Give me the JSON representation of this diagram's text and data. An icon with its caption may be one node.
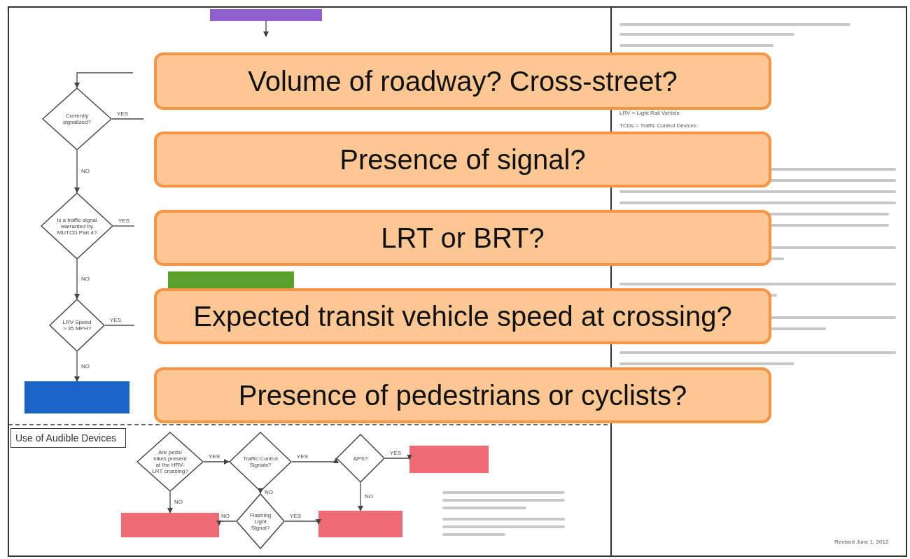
{
  "diagram": {
    "nodes": [
      {
        "text": [],
        "shape": "box"
      },
      {
        "text": [
          "Currently signalized?"
        ]
      },
      {
        "text": [
          "Is a traffic signal warranted by MUTCD Part 4?"
        ]
      },
      {
        "text": [
          "LRV Speed > 35 MPH?"
        ]
      },
      {
        "text": [],
        "shape": "box"
      },
      {
        "text": [],
        "shape": "box"
      },
      {
        "text": [
          "Use of Audible Devices"
        ]
      },
      {
        "text": [
          "Are peds/ bikes present at the HRV-LRT crossing?"
        ]
      },
      {
        "text": [
          "Traffic Control Signals?"
        ]
      },
      {
        "text": [
          "APS?"
        ]
      },
      {
        "text": [],
        "shape": "box"
      },
      {
        "text": [],
        "shape": "box"
      },
      {
        "text": [
          "Flashing Light Signal?"
        ]
      },
      {
        "text": [],
        "shape": "box"
      },
      {
        "text": [
          "Volume of roadway? Cross-street?"
        ]
      },
      {
        "text": [
          "Presence of signal?"
        ]
      },
      {
        "text": [
          "LRT or BRT?"
        ]
      },
      {
        "text": [
          "Expected transit vehicle speed at crossing?"
        ]
      },
      {
        "text": [
          "Presence of pedestrians or cyclists?"
        ]
      }
    ],
    "edges": [
      {
        "from": null,
        "to": 1,
        "arrow": "to"
      },
      {
        "from": 1,
        "to": 2,
        "arrow": "to",
        "label": "NO"
      },
      {
        "from": 1,
        "to": null,
        "arrow": "none",
        "label": "YES"
      },
      {
        "from": 2,
        "to": 3,
        "arrow": "to",
        "label": "NO"
      },
      {
        "from": 2,
        "to": null,
        "arrow": "none",
        "label": "YES"
      },
      {
        "from": 3,
        "to": 4,
        "arrow": "to",
        "label": "NO"
      },
      {
        "from": 3,
        "to": null,
        "arrow": "none",
        "label": "YES"
      },
      {
        "from": 0,
        "to": null,
        "arrow": "to"
      },
      {
        "from": 7,
        "to": 8,
        "arrow": "to",
        "label": "YES"
      },
      {
        "from": 8,
        "to": 9,
        "arrow": "to",
        "label": "YES"
      },
      {
        "from": 9,
        "to": 10,
        "arrow": "to",
        "label": "YES"
      },
      {
        "from": 7,
        "to": 11,
        "arrow": "to",
        "label": "NO"
      },
      {
        "from": 8,
        "to": 12,
        "arrow": "to",
        "label": "NO"
      },
      {
        "from": 12,
        "to": 11,
        "arrow": "to",
        "label": "NO"
      },
      {
        "from": 12,
        "to": 13,
        "arrow": "to",
        "label": "YES"
      },
      {
        "from": 9,
        "to": 13,
        "arrow": "to",
        "label": "NO"
      }
    ],
    "labels": [
      "LRV = Light Rail Vehicle",
      "TCDs = Traffic Control Devices",
      "Revised June 1, 2012"
    ]
  }
}
